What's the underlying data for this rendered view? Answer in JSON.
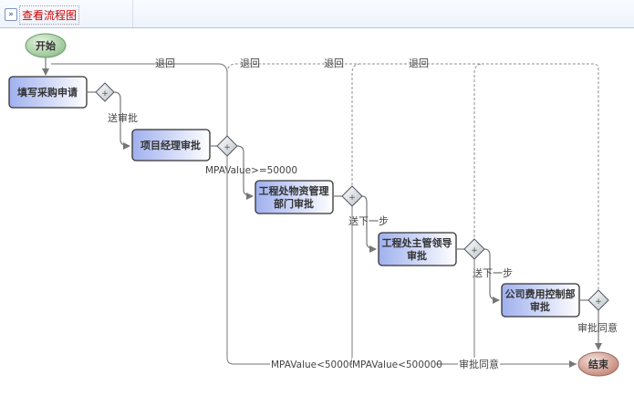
{
  "panel": {
    "title": "查看流程图",
    "collapse_symbol": "»"
  },
  "nodes": {
    "start": "开始",
    "end": "结束",
    "tasks": [
      {
        "line1": "填写采购申请"
      },
      {
        "line1": "项目经理审批"
      },
      {
        "line1": "工程处物资管理",
        "line2": "部门审批"
      },
      {
        "line1": "工程处主管领导",
        "line2": "审批"
      },
      {
        "line1": "公司费用控制部",
        "line2": "审批"
      }
    ]
  },
  "labels": {
    "return": "退回",
    "submit": "送审批",
    "cond_ge": "MPAValue>=50000",
    "next_step": "送下一步",
    "approve": "审批同意",
    "cond_lt1": "MPAValue<50000",
    "cond_lt2": "MPAValue<500000"
  },
  "colors": {
    "task_fill_left": "#a8b8f0",
    "task_fill_right": "#ffffff",
    "start_fill": "#9bc89a",
    "end_fill": "#c98a7e",
    "flow_line": "#888888",
    "title_text": "#cc0000"
  }
}
